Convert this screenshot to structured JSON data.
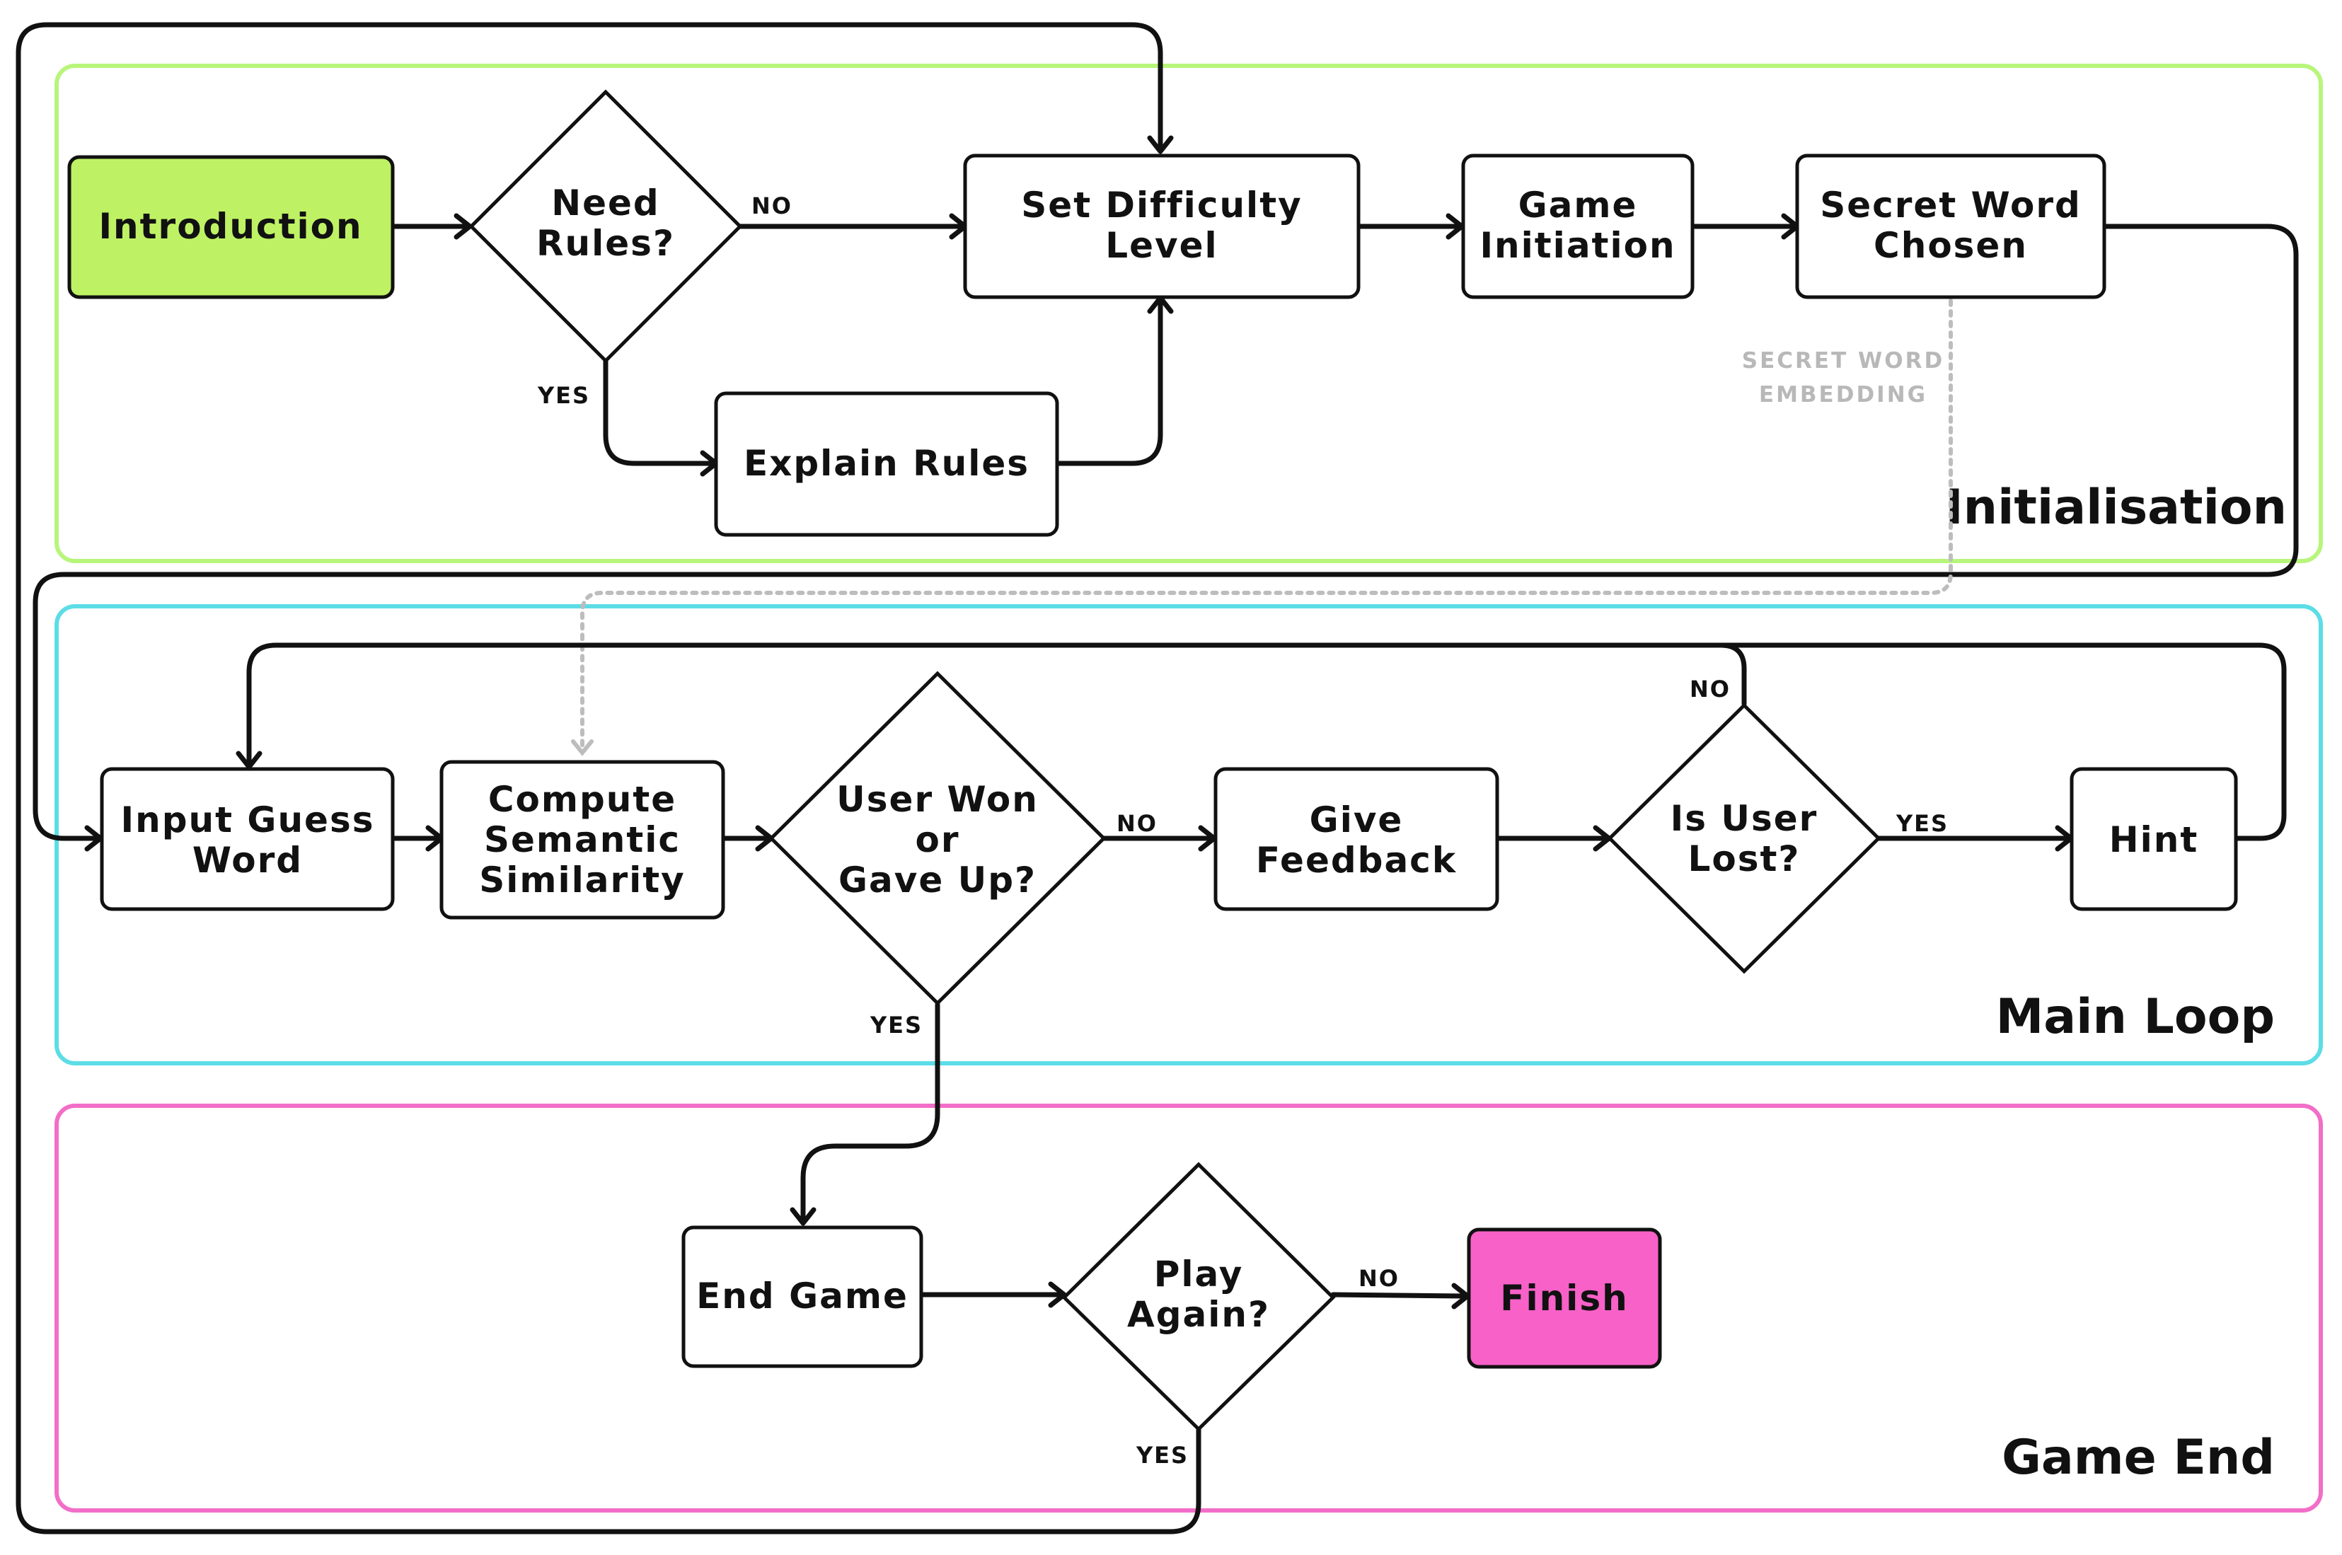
{
  "colors": {
    "initialisation_border": "#b8f57b",
    "main_loop_border": "#5cdde6",
    "game_end_border": "#f26ec8",
    "start_fill": "#bef264",
    "finish_fill": "#f761c8",
    "default_fill": "#ffffff",
    "line": "#111111",
    "dotted_line": "#bdbdbd"
  },
  "sections": {
    "initialisation": "Initialisation",
    "main_loop": "Main Loop",
    "game_end": "Game End"
  },
  "nodes": {
    "introduction": {
      "shape": "process",
      "lines": [
        "Introduction"
      ]
    },
    "need_rules": {
      "shape": "decision",
      "lines": [
        "Need",
        "Rules?"
      ]
    },
    "set_difficulty": {
      "shape": "process",
      "lines": [
        "Set Difficulty",
        "Level"
      ]
    },
    "game_initiation": {
      "shape": "process",
      "lines": [
        "Game",
        "Initiation"
      ]
    },
    "secret_word_chosen": {
      "shape": "process",
      "lines": [
        "Secret Word",
        "Chosen"
      ]
    },
    "explain_rules": {
      "shape": "process",
      "lines": [
        "Explain Rules"
      ]
    },
    "input_guess": {
      "shape": "process",
      "lines": [
        "Input Guess",
        "Word"
      ]
    },
    "compute_similarity": {
      "shape": "process",
      "lines": [
        "Compute",
        "Semantic",
        "Similarity"
      ]
    },
    "user_won": {
      "shape": "decision",
      "lines": [
        "User Won",
        "or",
        "Gave Up?"
      ]
    },
    "give_feedback": {
      "shape": "process",
      "lines": [
        "Give",
        "Feedback"
      ]
    },
    "user_lost": {
      "shape": "decision",
      "lines": [
        "Is User",
        "Lost?"
      ]
    },
    "hint": {
      "shape": "process",
      "lines": [
        "Hint"
      ]
    },
    "end_game": {
      "shape": "process",
      "lines": [
        "End Game"
      ]
    },
    "play_again": {
      "shape": "decision",
      "lines": [
        "Play",
        "Again?"
      ]
    },
    "finish": {
      "shape": "terminal",
      "lines": [
        "Finish"
      ]
    }
  },
  "edge_labels": {
    "need_rules_no": "NO",
    "need_rules_yes": "YES",
    "user_won_no": "NO",
    "user_won_yes": "YES",
    "user_lost_no": "NO",
    "user_lost_yes": "YES",
    "play_again_no": "NO",
    "play_again_yes": "YES"
  },
  "annotation": {
    "secret_word_embedding": [
      "SECRET WORD",
      "EMBEDDING"
    ]
  }
}
